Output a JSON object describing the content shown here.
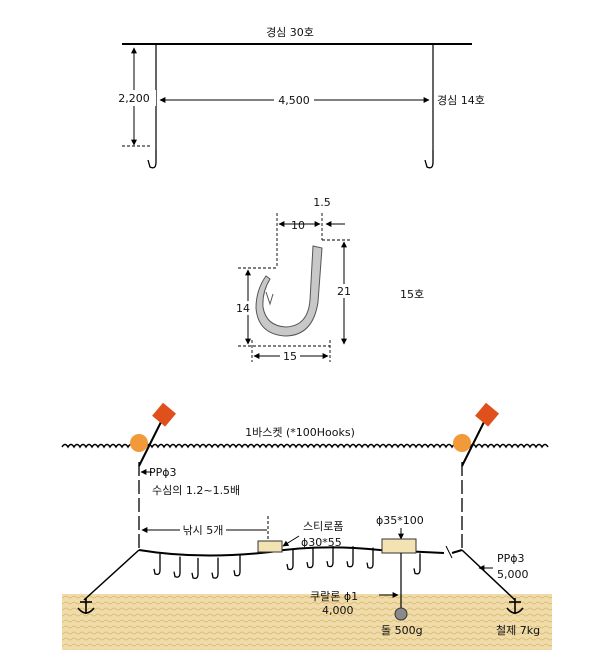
{
  "top": {
    "main_line": "경심 30호",
    "height": "2,200",
    "spacing": "4,500",
    "branch_line": "경심 14호"
  },
  "hook": {
    "top_width": "10",
    "wire": "1.5",
    "left_height": "14",
    "right_height": "21",
    "bottom_width": "15",
    "size": "15호"
  },
  "longline": {
    "basket": "1바스켓 (*100Hooks)",
    "pp_left": "PPϕ3",
    "depth_ratio": "수심의 1.2~1.5배",
    "hooks_per_section": "낚시 5개",
    "styrofoam": "스티로폼",
    "styrofoam_size": "ϕ30*55",
    "float_size": "ϕ35*100",
    "pp_right": "PPϕ3",
    "pp_right_length": "5,000",
    "kuralon": "쿠랄론 ϕ1",
    "kuralon_length": "4,000",
    "stone": "돌 500g",
    "anchor": "철제 7kg"
  },
  "colors": {
    "flag": "#e0501c",
    "buoy": "#f29a3a",
    "seabed": "#ecd6a0",
    "hook_fill": "#c8c8c8",
    "float_fill": "#f3e3b3"
  }
}
